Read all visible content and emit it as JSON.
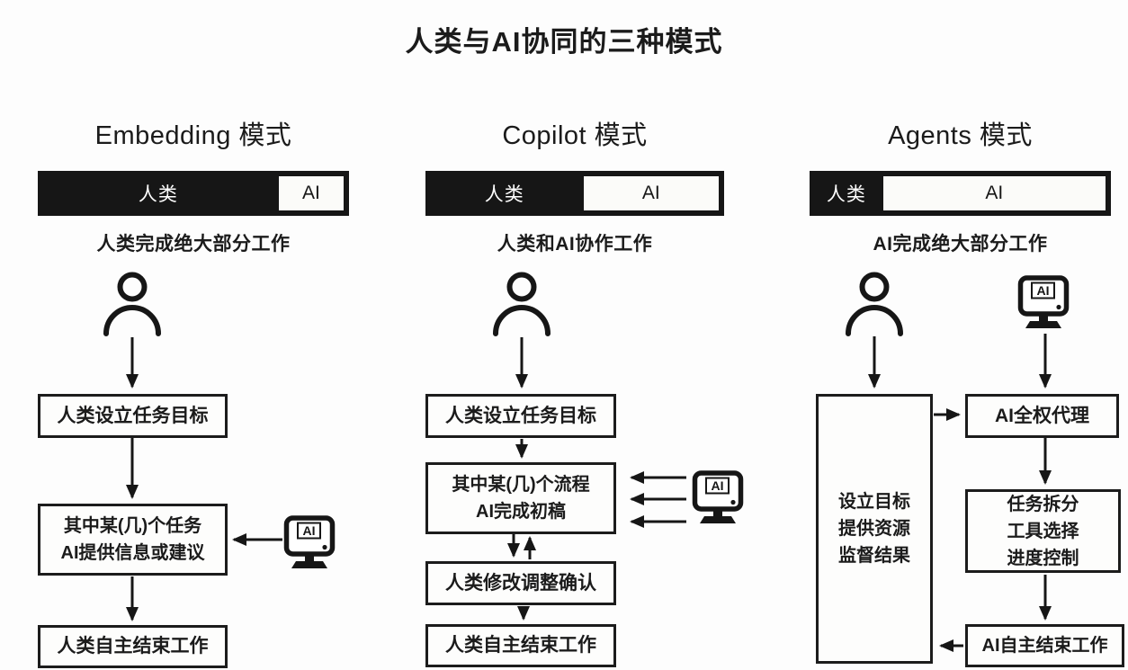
{
  "title": "人类与AI协同的三种模式",
  "colors": {
    "ink": "#161616",
    "background": "#fdfdfd",
    "bar_human_fill": "#161616",
    "bar_ai_fill": "#fbfbf9"
  },
  "icons": {
    "ai_screen_label": "AI"
  },
  "columns": [
    {
      "header": "Embedding 模式",
      "bar": {
        "human_label": "人类",
        "ai_label": "AI",
        "human_pct": 77,
        "ai_pct": 23
      },
      "caption": "人类完成绝大部分工作",
      "boxes": [
        {
          "lines": [
            "人类设立任务目标"
          ]
        },
        {
          "lines": [
            "其中某(几)个任务",
            "AI提供信息或建议"
          ]
        },
        {
          "lines": [
            "人类自主结束工作"
          ]
        }
      ]
    },
    {
      "header": "Copilot 模式",
      "bar": {
        "human_label": "人类",
        "ai_label": "AI",
        "human_pct": 52,
        "ai_pct": 48
      },
      "caption": "人类和AI协作工作",
      "boxes": [
        {
          "lines": [
            "人类设立任务目标"
          ]
        },
        {
          "lines": [
            "其中某(几)个流程",
            "AI完成初稿"
          ]
        },
        {
          "lines": [
            "人类修改调整确认"
          ]
        },
        {
          "lines": [
            "人类自主结束工作"
          ]
        }
      ]
    },
    {
      "header": "Agents 模式",
      "bar": {
        "human_label": "人类",
        "ai_label": "AI",
        "human_pct": 23,
        "ai_pct": 77
      },
      "caption": "AI完成绝大部分工作",
      "boxes": [
        {
          "lines": [
            "设立目标",
            "提供资源",
            "监督结果"
          ]
        },
        {
          "lines": [
            "AI全权代理"
          ]
        },
        {
          "lines": [
            "任务拆分",
            "工具选择",
            "进度控制"
          ]
        },
        {
          "lines": [
            "AI自主结束工作"
          ]
        }
      ]
    }
  ]
}
